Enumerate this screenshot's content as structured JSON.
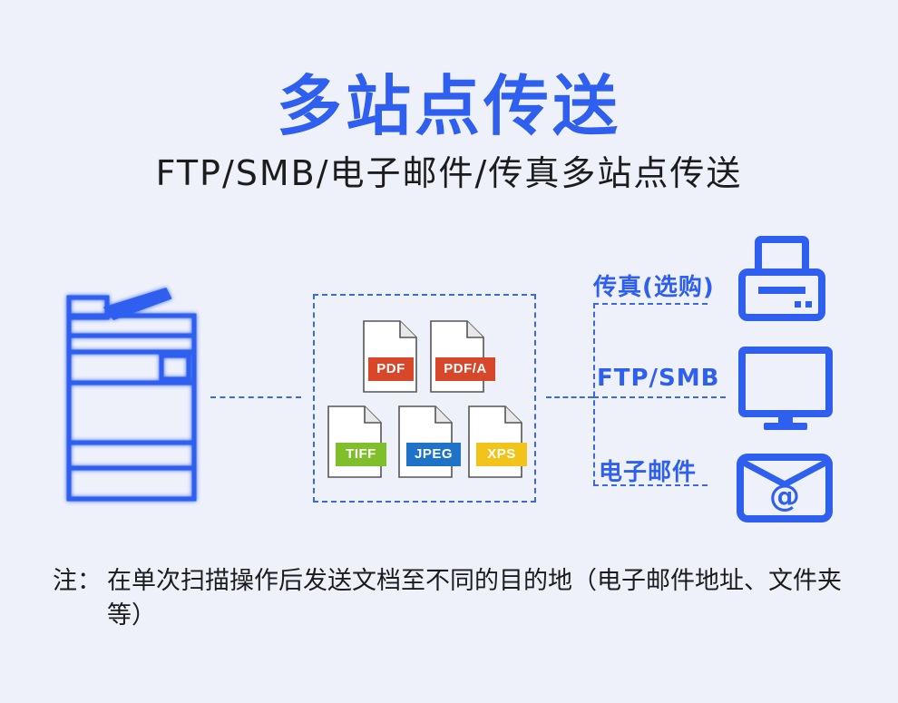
{
  "header": {
    "title": "多站点传送",
    "subtitle": "FTP/SMB/电子邮件/传真多站点传送"
  },
  "files": [
    {
      "label": "PDF",
      "color": "#d9472b"
    },
    {
      "label": "PDF/A",
      "color": "#d9472b"
    },
    {
      "label": "TIFF",
      "color": "#7fbf2a"
    },
    {
      "label": "JPEG",
      "color": "#1e73c8"
    },
    {
      "label": "XPS",
      "color": "#f2c318"
    }
  ],
  "destinations": [
    {
      "label": "传真(选购)",
      "icon": "fax-icon"
    },
    {
      "label": "FTP/SMB",
      "icon": "monitor-icon"
    },
    {
      "label": "电子邮件",
      "icon": "email-icon"
    }
  ],
  "source": {
    "icon": "multifunction-printer-icon"
  },
  "note": {
    "prefix": "注：",
    "text": "在单次扫描操作后发送文档至不同的目的地（电子邮件地址、文件夹等）"
  },
  "colors": {
    "accent": "#2f5fef",
    "background": "#eef0fa",
    "dashed_line": "#3a6ae0"
  }
}
